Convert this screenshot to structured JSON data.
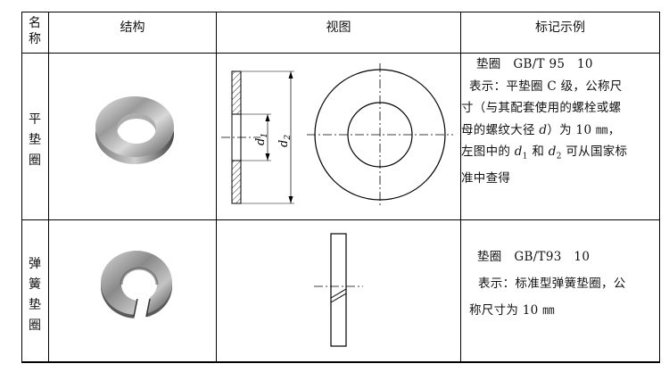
{
  "headers": {
    "name_line1": "名",
    "name_line2": "称",
    "structure": "结构",
    "view": "视图",
    "marking_example": "标记示例"
  },
  "rows": [
    {
      "name_chars": [
        "平",
        "垫",
        "圈"
      ],
      "marking": "垫圈　GB/T 95　10",
      "desc_line1": "表示：平垫圈 C 级，公称尺",
      "desc_line2": "寸（与其配套使用的螺栓或螺",
      "desc_line3_a": "母的螺纹大径 ",
      "desc_line3_d": "d",
      "desc_line3_b": "）为 10 ㎜，",
      "desc_line4_a": "左图中的 ",
      "d1": "d",
      "sub1": "1",
      "desc_line4_mid": " 和 ",
      "d2": "d",
      "sub2": "2",
      "desc_line4_b": " 可从国家标",
      "desc_line5": "准中查得",
      "dim_labels": {
        "d1": "d",
        "d1_sub": "1",
        "d2": "d",
        "d2_sub": "2"
      }
    },
    {
      "name_chars": [
        "弹",
        "簧",
        "垫",
        "圈"
      ],
      "marking": "垫圈　GB/T93　10",
      "desc_line1": "表示：标准型弹簧垫圈，公",
      "desc_line2": "称尺寸为 10 ㎜"
    }
  ]
}
